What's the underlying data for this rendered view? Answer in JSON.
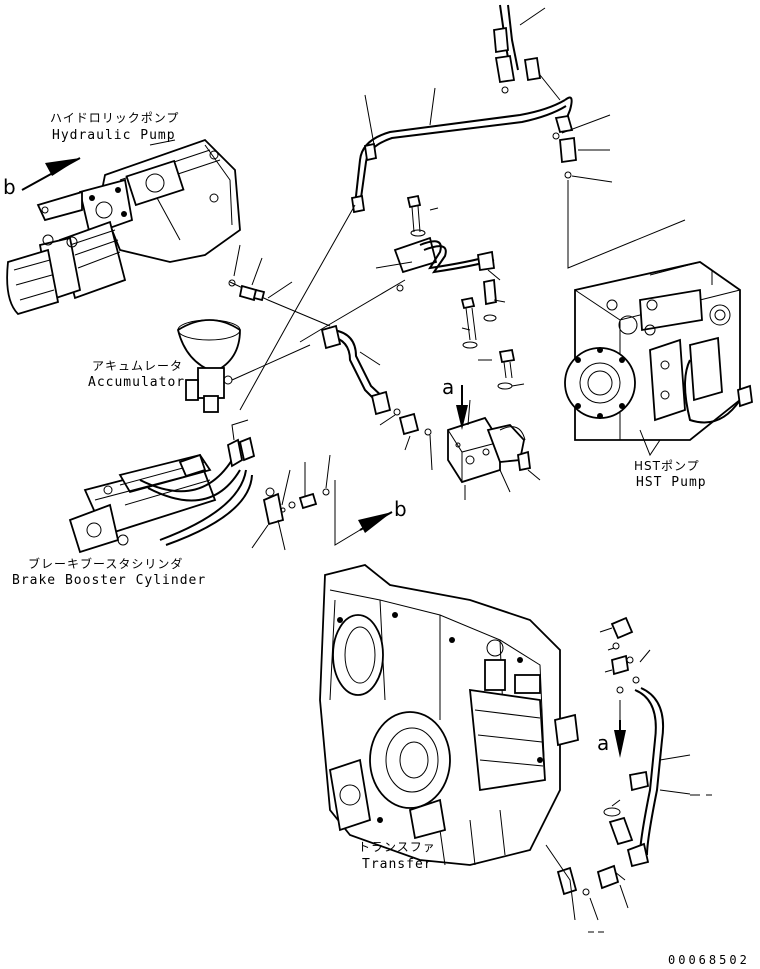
{
  "labels": {
    "hydraulic_pump_jp": "ハイドロリックポンプ",
    "hydraulic_pump_en": "Hydraulic Pump",
    "accumulator_jp": "アキュムレータ",
    "accumulator_en": "Accumulator",
    "brake_booster_jp": "ブレーキブースタシリンダ",
    "brake_booster_en": "Brake Booster Cylinder",
    "hst_pump_jp": "HSTポンプ",
    "hst_pump_en": "HST Pump",
    "transfer_jp": "トランスファ",
    "transfer_en": "Transfer"
  },
  "view_markers": {
    "b": "b",
    "a": "a"
  },
  "part_number": "00068502"
}
